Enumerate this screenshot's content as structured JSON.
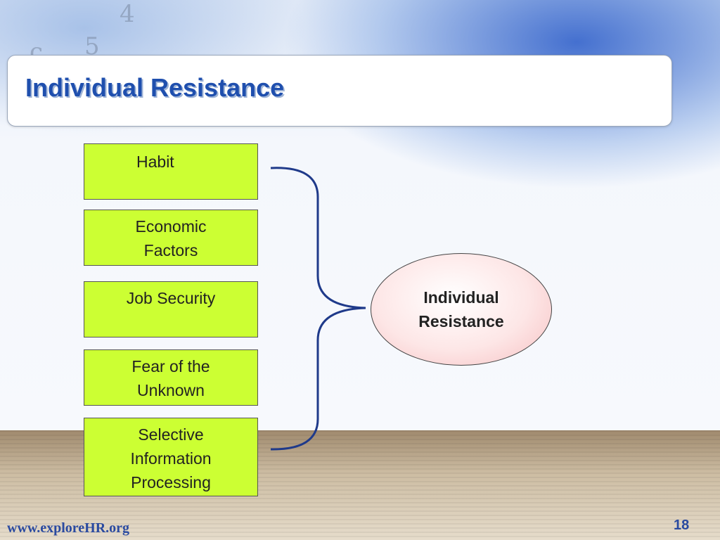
{
  "title": "Individual Resistance",
  "factors": [
    "Habit",
    "Economic\nFactors",
    "Job Security",
    "Fear of the\nUnknown",
    "Selective\nInformation\nProcessing"
  ],
  "result": "Individual\nResistance",
  "footer": {
    "website": "www.exploreHR.org",
    "page_number": "18"
  },
  "colors": {
    "title": "#1f4fae",
    "factor_fill": "#ccff33",
    "brace": "#1f3a8a",
    "ellipse_fill": "#f6c6c8"
  }
}
